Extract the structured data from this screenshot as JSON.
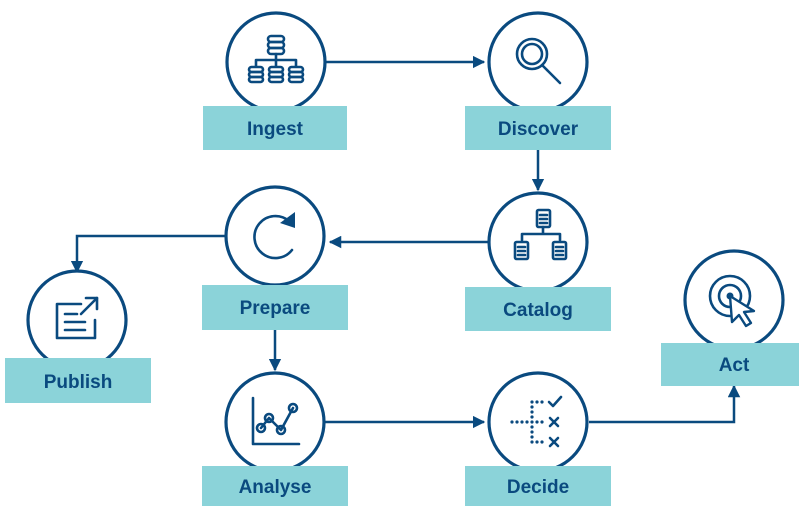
{
  "colors": {
    "primary": "#0a4a7f",
    "label_fill": "#8bd3d9",
    "background": "#ffffff"
  },
  "nodes": [
    {
      "id": "ingest",
      "label": "Ingest",
      "icon": "database-icon"
    },
    {
      "id": "discover",
      "label": "Discover",
      "icon": "magnifier-icon"
    },
    {
      "id": "catalog",
      "label": "Catalog",
      "icon": "document-hierarchy-icon"
    },
    {
      "id": "prepare",
      "label": "Prepare",
      "icon": "refresh-icon"
    },
    {
      "id": "publish",
      "label": "Publish",
      "icon": "export-document-icon"
    },
    {
      "id": "analyse",
      "label": "Analyse",
      "icon": "line-chart-icon"
    },
    {
      "id": "decide",
      "label": "Decide",
      "icon": "decision-list-icon"
    },
    {
      "id": "act",
      "label": "Act",
      "icon": "target-cursor-icon"
    }
  ],
  "edges": [
    [
      "ingest",
      "discover"
    ],
    [
      "discover",
      "catalog"
    ],
    [
      "catalog",
      "prepare"
    ],
    [
      "prepare",
      "publish"
    ],
    [
      "prepare",
      "analyse"
    ],
    [
      "analyse",
      "decide"
    ],
    [
      "decide",
      "act"
    ]
  ]
}
